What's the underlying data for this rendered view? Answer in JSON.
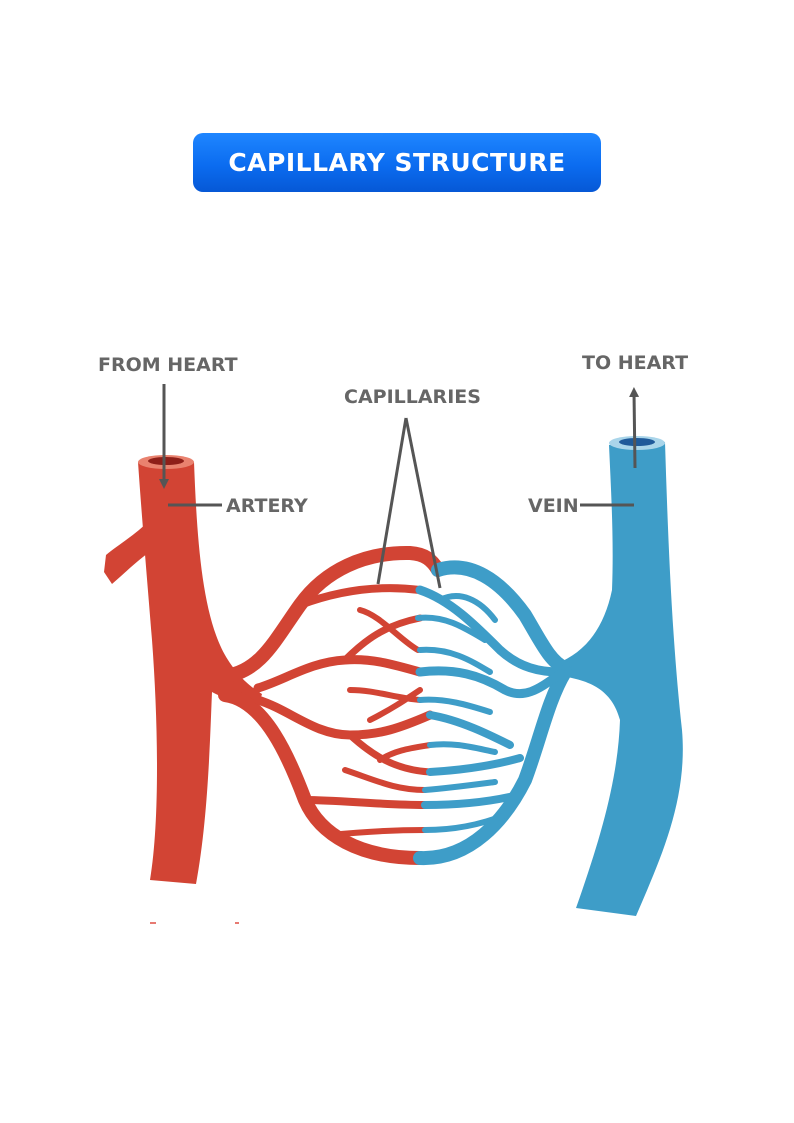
{
  "title": "CAPILLARY STRUCTURE",
  "labels": {
    "from_heart": "FROM HEART",
    "to_heart": "TO HEART",
    "capillaries": "CAPILLARIES",
    "artery": "ARTERY",
    "vein": "VEIN"
  },
  "colors": {
    "title_banner": "#0b6cf0",
    "title_text": "#ffffff",
    "artery": "#d24434",
    "vein": "#3e9dc8",
    "label_text": "#666666",
    "pointer": "#555555"
  }
}
